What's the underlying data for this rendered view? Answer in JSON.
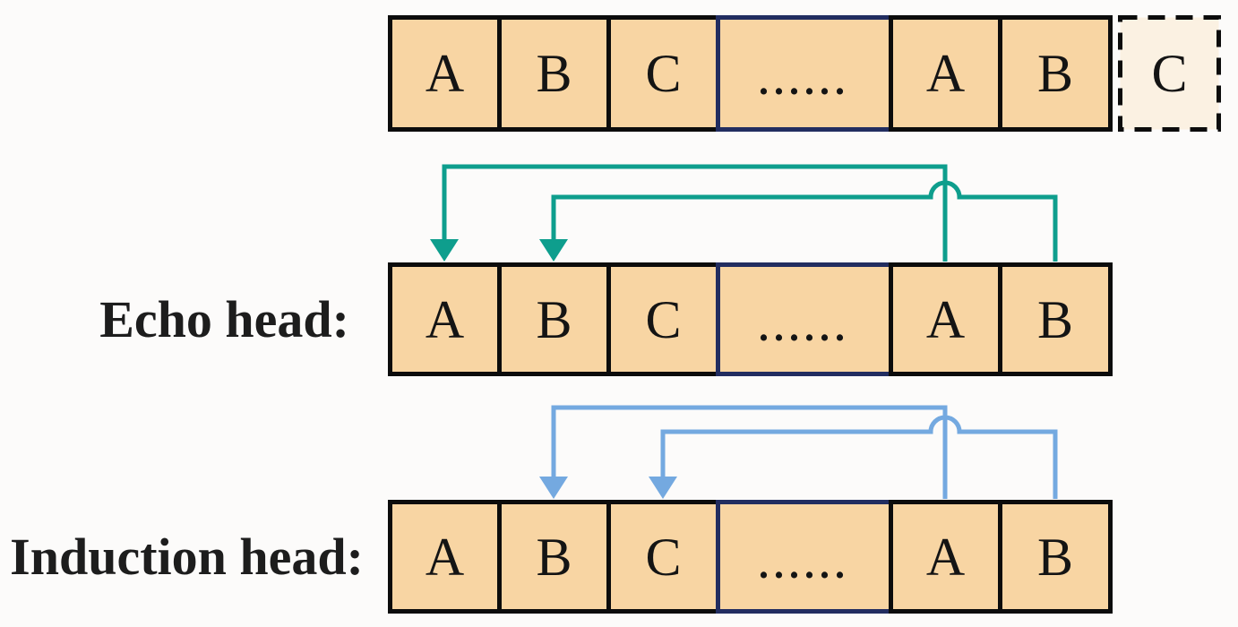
{
  "figure": {
    "title_semantics": "Echo head vs Induction head attention pattern diagram",
    "background_color": "#fcfbfa",
    "token_fill_color": "#f8d5a3",
    "ghost_fill_color": "#fbf1e2",
    "token_border_color": "#0c0c0c",
    "highlight_border_color": "#222d60",
    "echo_arrow_color": "#0e9e8d",
    "induction_arrow_color": "#74a9e0",
    "rows": [
      {
        "name": "sequence",
        "label": "",
        "cells": [
          "A",
          "B",
          "C",
          "......",
          "A",
          "B"
        ],
        "ghost_cell": "C"
      },
      {
        "name": "echo",
        "label": "Echo head:",
        "cells": [
          "A",
          "B",
          "C",
          "......",
          "A",
          "B"
        ]
      },
      {
        "name": "induction",
        "label": "Induction head:",
        "cells": [
          "A",
          "B",
          "C",
          "......",
          "A",
          "B"
        ]
      }
    ],
    "arrows": {
      "echo": [
        {
          "from": "A (second occurrence)",
          "to": "A (first occurrence)"
        },
        {
          "from": "B (second occurrence)",
          "to": "B (first occurrence)"
        }
      ],
      "induction": [
        {
          "from": "A (second occurrence)",
          "to": "B (first occurrence)"
        },
        {
          "from": "B (second occurrence)",
          "to": "C (first occurrence)"
        }
      ]
    }
  }
}
